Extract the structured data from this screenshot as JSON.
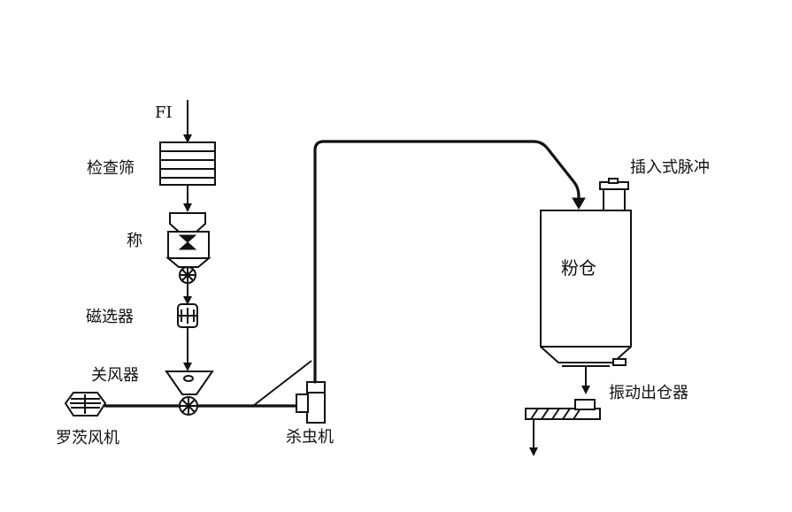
{
  "labels": {
    "fi": "FI",
    "inspection_sieve": "检查筛",
    "scale": "称",
    "magnetic_separator": "磁选器",
    "airlock": "关风器",
    "roots_blower": "罗茨风机",
    "insect_killer": "杀虫机",
    "pulse_filter": "插入式脉冲",
    "flour_bin": "粉仓",
    "vibrating_discharger": "振动出仓器"
  },
  "colors": {
    "line": "#111111",
    "background": "#ffffff"
  },
  "icons": {
    "roots_blower": "fan-icon",
    "airlock_rotor": "rotor-icon",
    "scale_rotor": "rotor-icon"
  }
}
